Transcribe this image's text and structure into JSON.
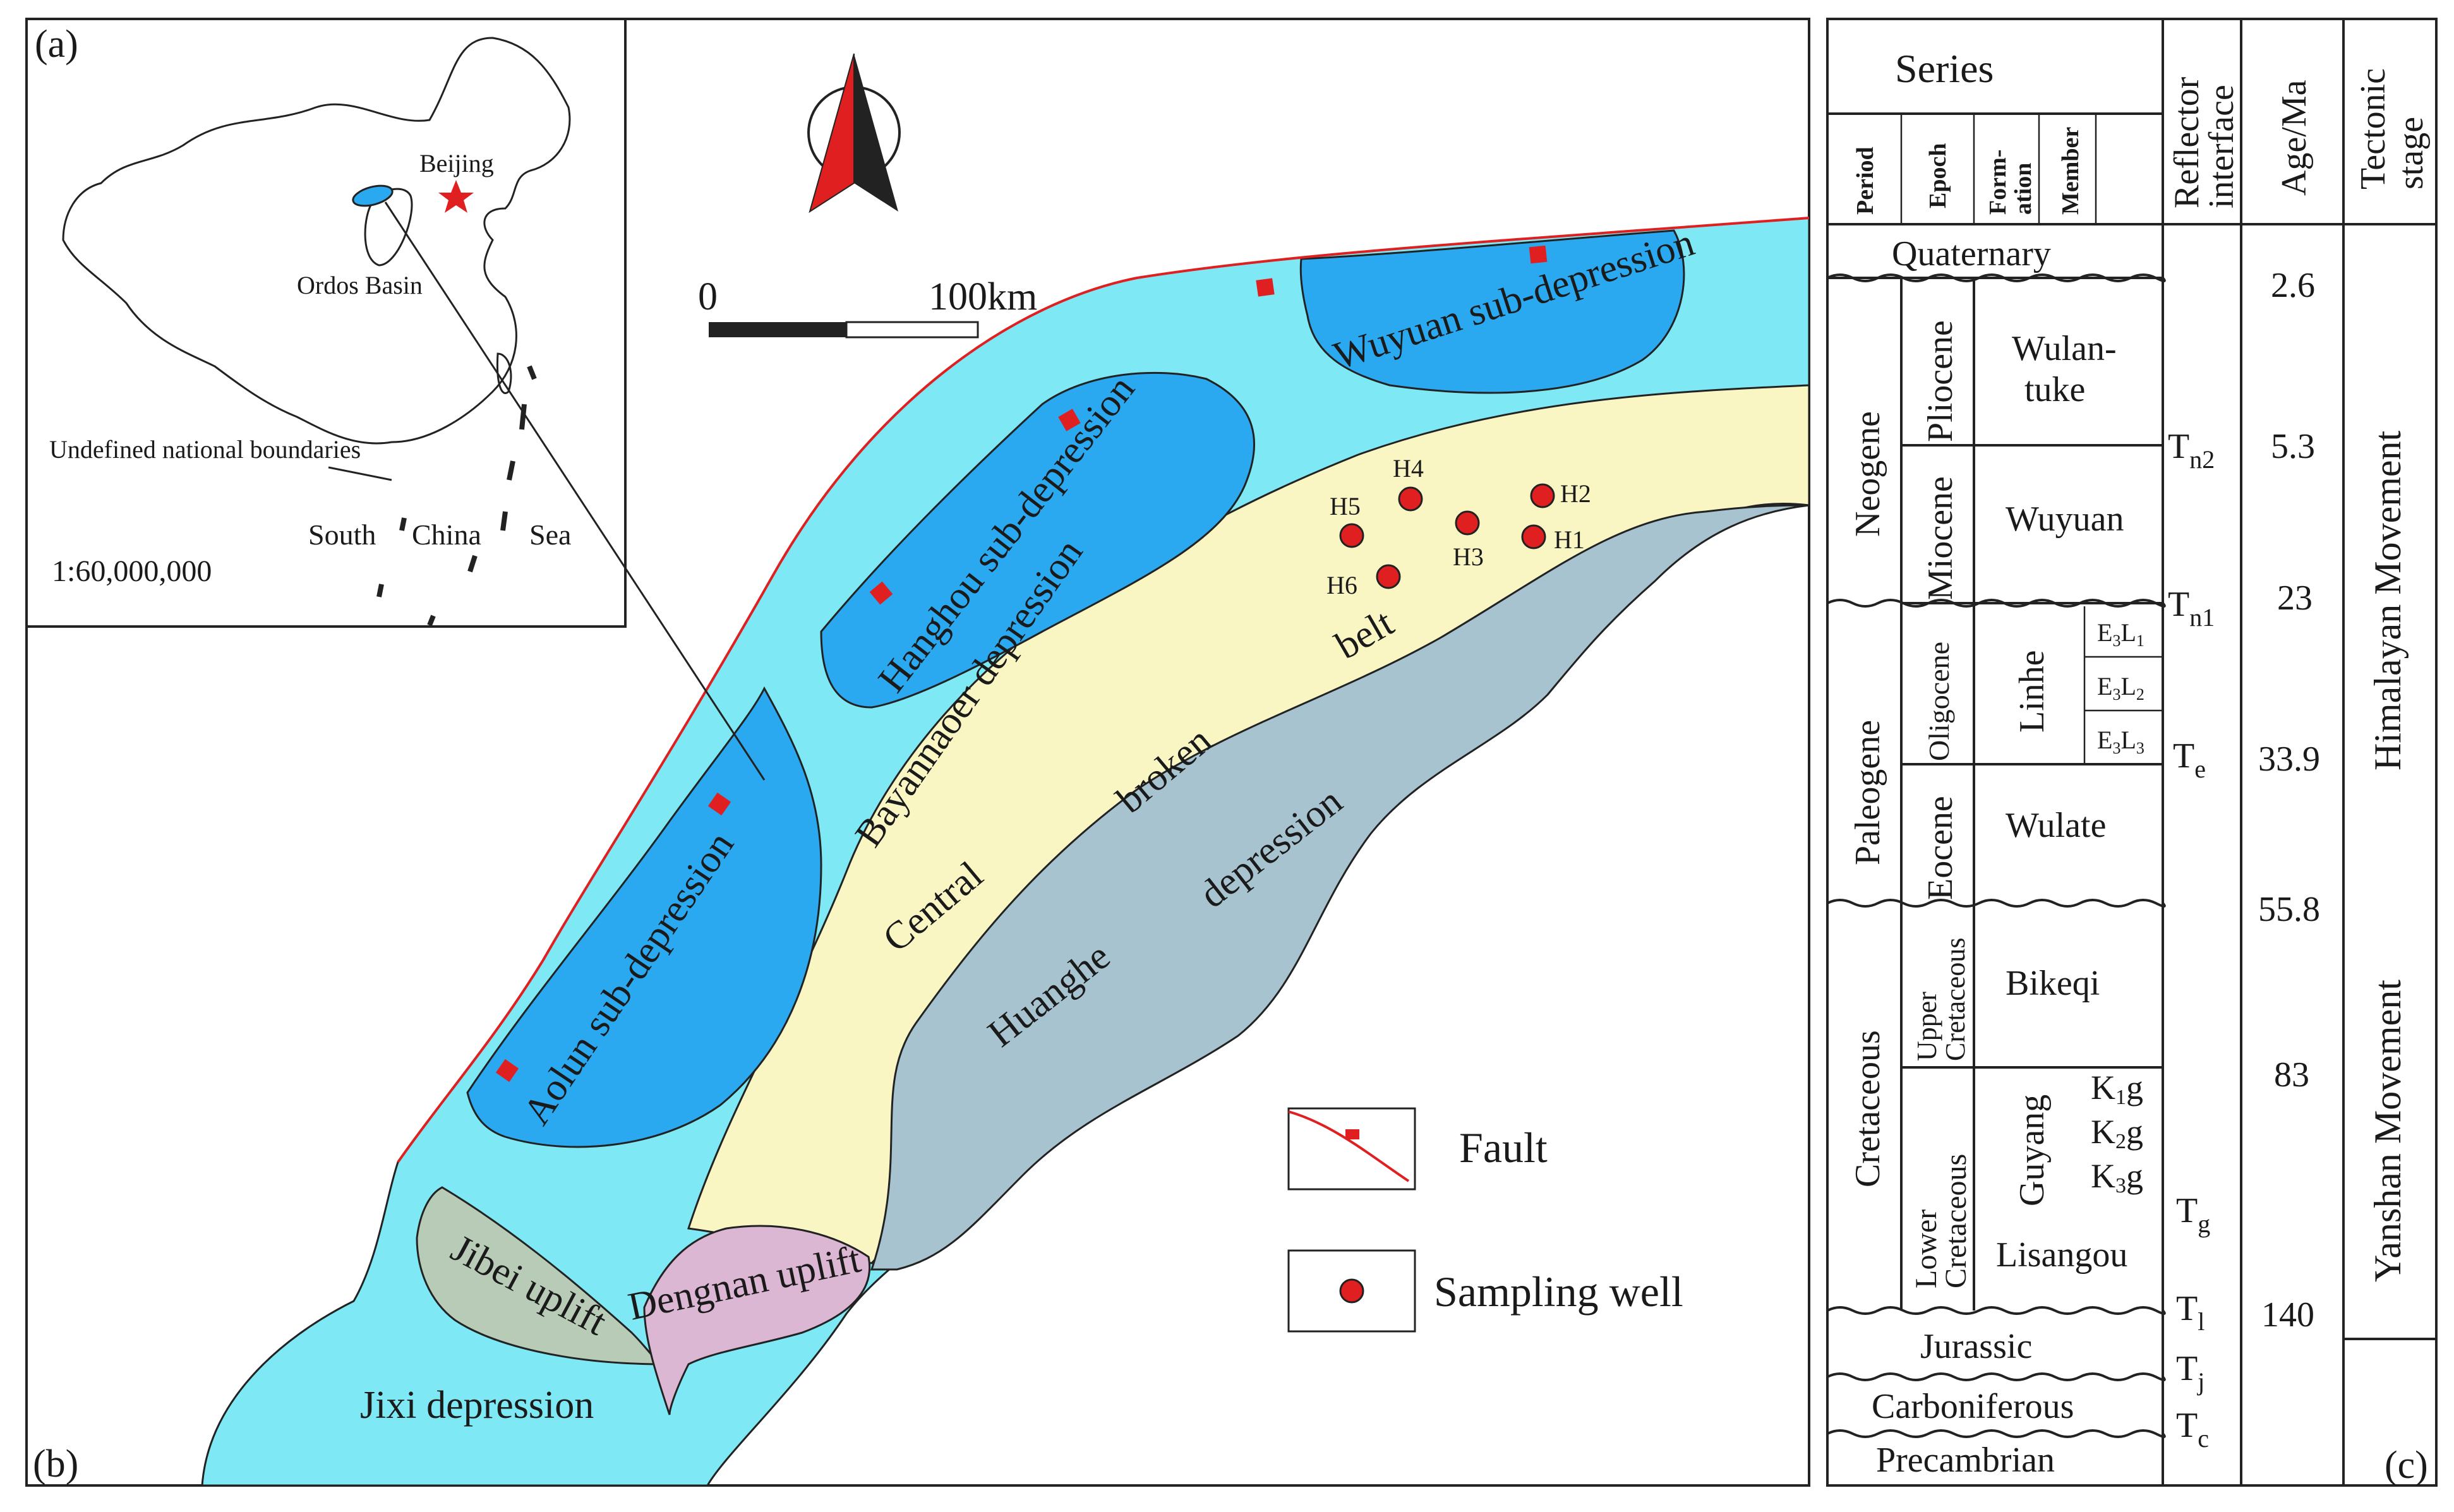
{
  "panel_labels": {
    "a": "(a)",
    "b": "(b)",
    "c": "(c)"
  },
  "inset": {
    "beijing": "Beijing",
    "ordos": "Ordos Basin",
    "boundaries": "Undefined national boundaries",
    "scale": "1:60,000,000",
    "south": "South",
    "china": "China",
    "sea": "Sea"
  },
  "scalebar": {
    "zero": "0",
    "end": "100km"
  },
  "regions": {
    "wuyuan": "Wuyuan sub-depression",
    "hanghou": "Hanghou sub-depression",
    "bayannaoer": "Bayannaoer depression",
    "aolun": "Aolun sub-depression",
    "central": "Central",
    "broken": "broken",
    "belt": "belt",
    "huanghe": "Huanghe",
    "huanghe_dep": "depression",
    "jibei": "Jibei uplift",
    "dengnan": "Dengnan uplift",
    "jixi": "Jixi depression"
  },
  "wells": [
    "H1",
    "H2",
    "H3",
    "H4",
    "H5",
    "H6"
  ],
  "legend": {
    "fault": "Fault",
    "well": "Sampling well"
  },
  "colors": {
    "light_blue": "#7fe8f5",
    "deep_blue": "#2aa8f0",
    "yellow": "#f9f6c4",
    "gray_blue": "#a6c3cf",
    "gray_green": "#b7cbb7",
    "pink": "#dcb7d3",
    "fault": "#e02020",
    "well": "#e02020",
    "north_arrow": "#e02020"
  },
  "column": {
    "series": "Series",
    "period": "Period",
    "epoch": "Epoch",
    "formation": [
      "Form-",
      "ation"
    ],
    "member": "Member",
    "reflector": [
      "Reflector",
      "interface"
    ],
    "age": "Age/Ma",
    "tectonic": [
      "Tectonic",
      "stage"
    ],
    "quaternary": "Quaternary",
    "neogene": "Neogene",
    "paleogene": "Paleogene",
    "cretaceous": "Cretaceous",
    "pliocene": "Pliocene",
    "miocene": "Miocene",
    "oligocene": "Oligocene",
    "eocene": "Eocene",
    "upper_cret": [
      "Upper",
      "Cretaceous"
    ],
    "lower_cret": [
      "Lower",
      "Cretaceous"
    ],
    "wulantuke": [
      "Wulan-",
      "tuke"
    ],
    "wuyuan": "Wuyuan",
    "linhe": "Linhe",
    "wulate": "Wulate",
    "bikeqi": "Bikeqi",
    "guyang": "Guyang",
    "lisangou": "Lisangou",
    "jurassic": "Jurassic",
    "carboniferous": "Carboniferous",
    "precambrian": "Precambrian",
    "members_linhe": [
      {
        "a": "E",
        "s": "3",
        "b": "L",
        "t": "1"
      },
      {
        "a": "E",
        "s": "3",
        "b": "L",
        "t": "2"
      },
      {
        "a": "E",
        "s": "3",
        "b": "L",
        "t": "3"
      }
    ],
    "members_guyang": [
      {
        "a": "K",
        "s": "1",
        "b": "g"
      },
      {
        "a": "K",
        "s": "2",
        "b": "g"
      },
      {
        "a": "K",
        "s": "3",
        "b": "g"
      }
    ],
    "reflectors": [
      {
        "t": "T",
        "s": "n2"
      },
      {
        "t": "T",
        "s": "n1"
      },
      {
        "t": "T",
        "s": "e"
      },
      {
        "t": "T",
        "s": "g"
      },
      {
        "t": "T",
        "s": "l"
      },
      {
        "t": "T",
        "s": "j"
      },
      {
        "t": "T",
        "s": "c"
      }
    ],
    "ages": [
      "2.6",
      "5.3",
      "23",
      "33.9",
      "55.8",
      "83",
      "140"
    ],
    "himalayan": "Himalayan Movement",
    "yanshan": "Yanshan Movement"
  }
}
